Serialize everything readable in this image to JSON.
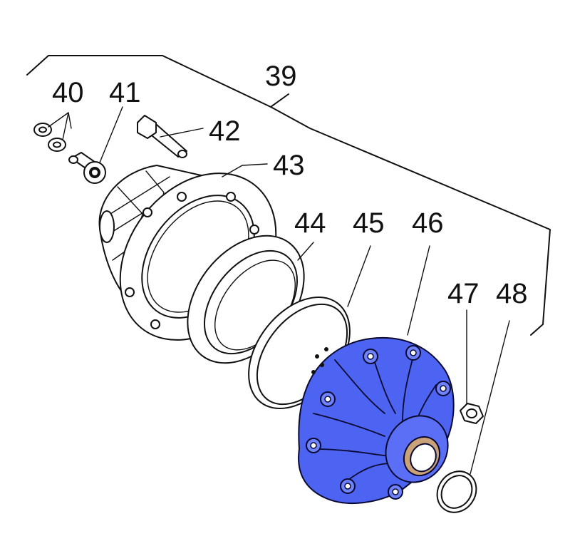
{
  "diagram": {
    "highlight_color": "#4d63f2",
    "line_color": "#111111",
    "background": "#ffffff",
    "callouts": {
      "c39": "39",
      "c40": "40",
      "c41": "41",
      "c42": "42",
      "c43": "43",
      "c44": "44",
      "c45": "45",
      "c46": "46",
      "c47": "47",
      "c48": "48"
    },
    "highlighted_part": "46"
  }
}
